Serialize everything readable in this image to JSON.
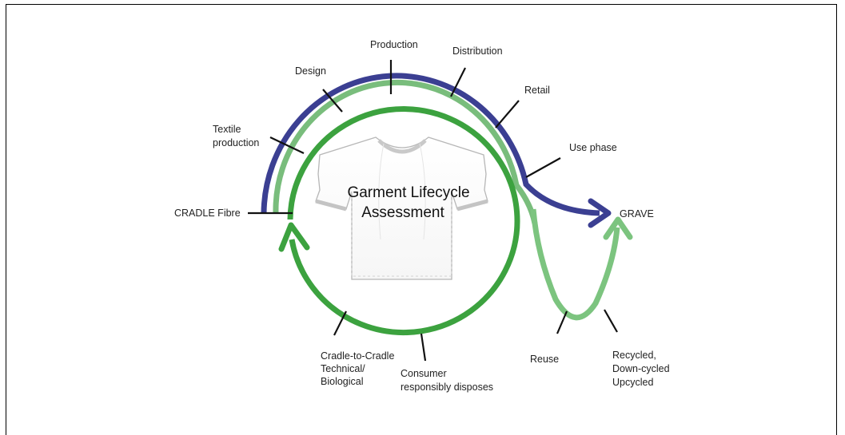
{
  "diagram": {
    "center_title_line1": "Garment Lifecycle",
    "center_title_line2": "Assessment",
    "labels": {
      "production": "Production",
      "distribution": "Distribution",
      "design": "Design",
      "retail": "Retail",
      "textile_line1": "Textile",
      "textile_line2": "production",
      "use_phase": "Use phase",
      "cradle_fibre": "CRADLE  Fibre",
      "grave": "GRAVE",
      "c2c_line1": "Cradle-to-Cradle",
      "c2c_line2": "Technical/",
      "c2c_line3": "Biological",
      "consumer_line1": "Consumer",
      "consumer_line2": "responsibly disposes",
      "reuse": "Reuse",
      "recycled_line1": "Recycled,",
      "recycled_line2": "Down-cycled",
      "recycled_line3": "Upcycled"
    },
    "colors": {
      "outer_arc": "#3b3f92",
      "middle_arc": "#79bd7c",
      "inner_circle": "#3ca23f",
      "reuse_path": "#7cc47f",
      "ticks": "#111111",
      "shirt_outline": "#b7b7b7"
    },
    "icons": [
      "t-shirt-icon",
      "arrow-right-icon",
      "arrow-up-icon"
    ]
  }
}
